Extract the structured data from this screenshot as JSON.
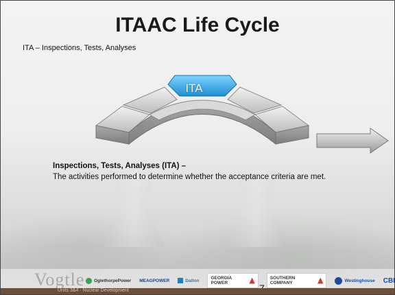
{
  "slide": {
    "title": "ITAAC Life Cycle",
    "subtitle": "ITA – Inspections, Tests, Analyses",
    "diagram": {
      "active_segment_label": "ITA",
      "active_color": "#2aa3e0"
    },
    "definition": {
      "term": "Inspections, Tests, Analyses (ITA) –",
      "text": "The activities performed to determine whether the acceptance criteria are met."
    },
    "page_number": "7"
  },
  "footer": {
    "watermark": "Vogtle",
    "strip_text": "Units 3&4 · Nuclear Development",
    "logos": [
      {
        "name": "OglethorpePower",
        "icon": "oglethorpe-logo",
        "color": "#3aa14a"
      },
      {
        "name": "MEAGPOWER",
        "icon": "meag-logo",
        "color": "#1c3f8c"
      },
      {
        "name": "Dalton",
        "icon": "dalton-logo",
        "color": "#1f7fc0"
      },
      {
        "name": "GEORGIA POWER",
        "icon": "georgia-power-logo",
        "color": "#d43a2a"
      },
      {
        "name": "SOUTHERN COMPANY",
        "icon": "southern-company-logo",
        "color": "#d43a2a"
      },
      {
        "name": "Westinghouse",
        "icon": "westinghouse-logo",
        "color": "#1c4aa0"
      },
      {
        "name": "CBI",
        "icon": "cbi-logo",
        "color": "#1c4aa0"
      }
    ]
  }
}
